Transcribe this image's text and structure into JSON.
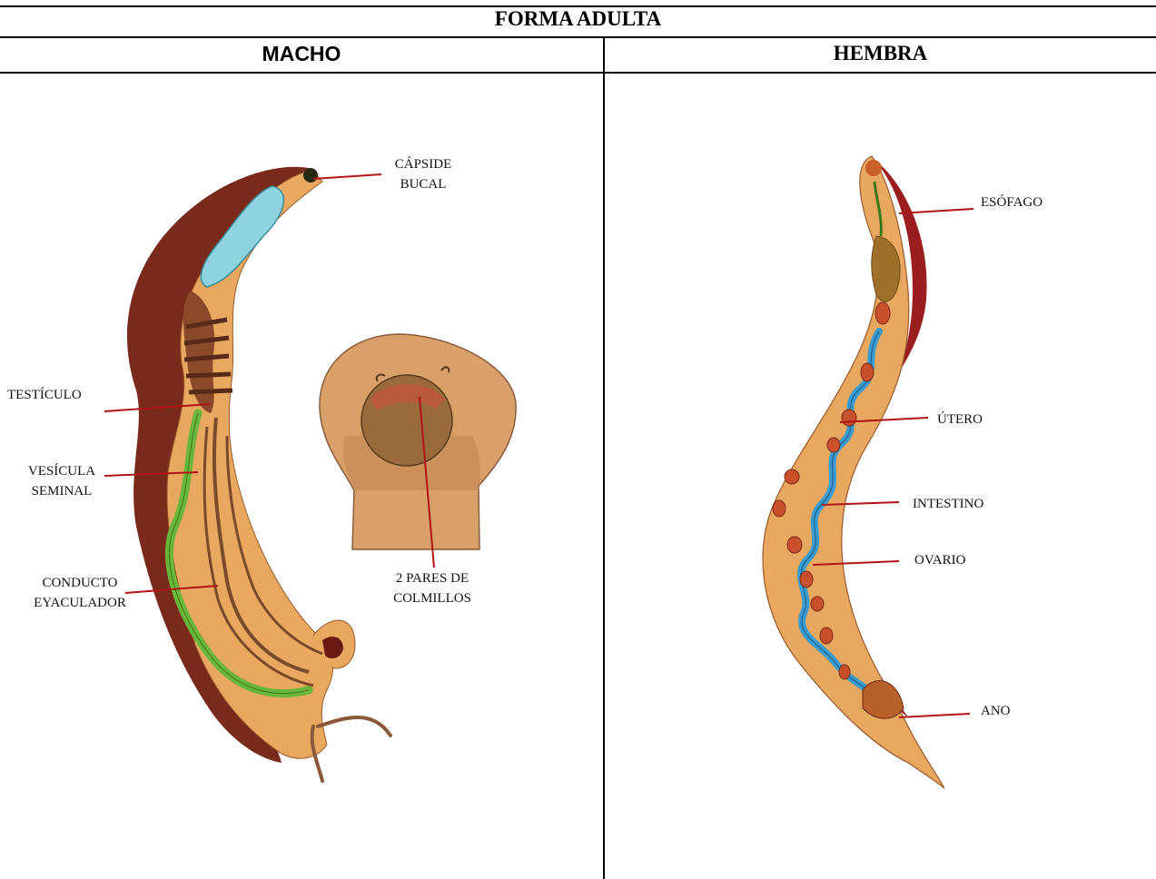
{
  "header": {
    "title": "FORMA ADULTA"
  },
  "columns": {
    "male": {
      "heading": "MACHO"
    },
    "female": {
      "heading": "HEMBRA"
    }
  },
  "male_labels": {
    "capsule": "CÁPSIDE\nBUCAL",
    "testis": "TESTÍCULO",
    "vesicle": "VESÍCULA\nSEMINAL",
    "duct": "CONDUCTO\nEYACULADOR",
    "fangs": "2 PARES DE\nCOLMILLOS"
  },
  "female_labels": {
    "esophagus": "ESÓFAGO",
    "uterus": "ÚTERO",
    "intestine": "INTESTINO",
    "ovary": "OVARIO",
    "anus": "ANO"
  },
  "colors": {
    "body": "#e8a860",
    "body_dark": "#7a2a1a",
    "esophagus_male": "#8fd3e0",
    "vesicle": "#6ab63a",
    "intestine": "#3a9bd0",
    "uterus_female": "#a01e1e",
    "pointer": "#b01414"
  }
}
